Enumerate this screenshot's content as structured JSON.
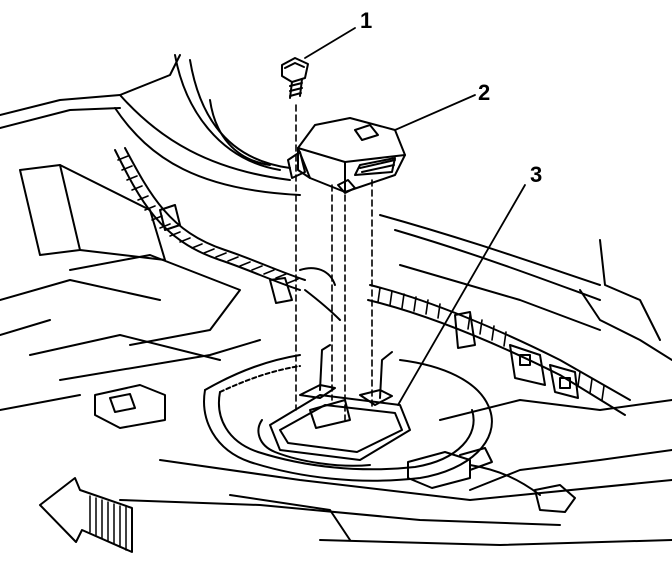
{
  "callouts": [
    {
      "id": "1",
      "label": "1"
    },
    {
      "id": "2",
      "label": "2"
    },
    {
      "id": "3",
      "label": "3"
    }
  ],
  "colors": {
    "ink": "#000000",
    "paper": "#ffffff"
  },
  "icons": {
    "direction": "forward-arrow-icon"
  }
}
